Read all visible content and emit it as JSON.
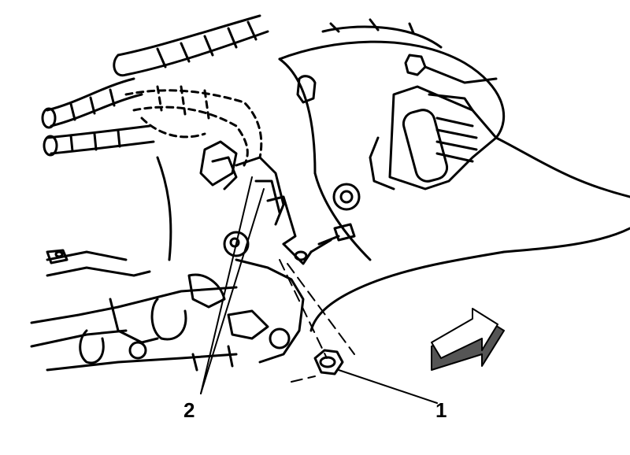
{
  "diagram": {
    "callouts": [
      {
        "id": "1",
        "label": "1"
      },
      {
        "id": "2",
        "label": "2"
      }
    ],
    "colors": {
      "line": "#000000",
      "background": "#ffffff",
      "arrow_shadow": "#555555"
    }
  }
}
